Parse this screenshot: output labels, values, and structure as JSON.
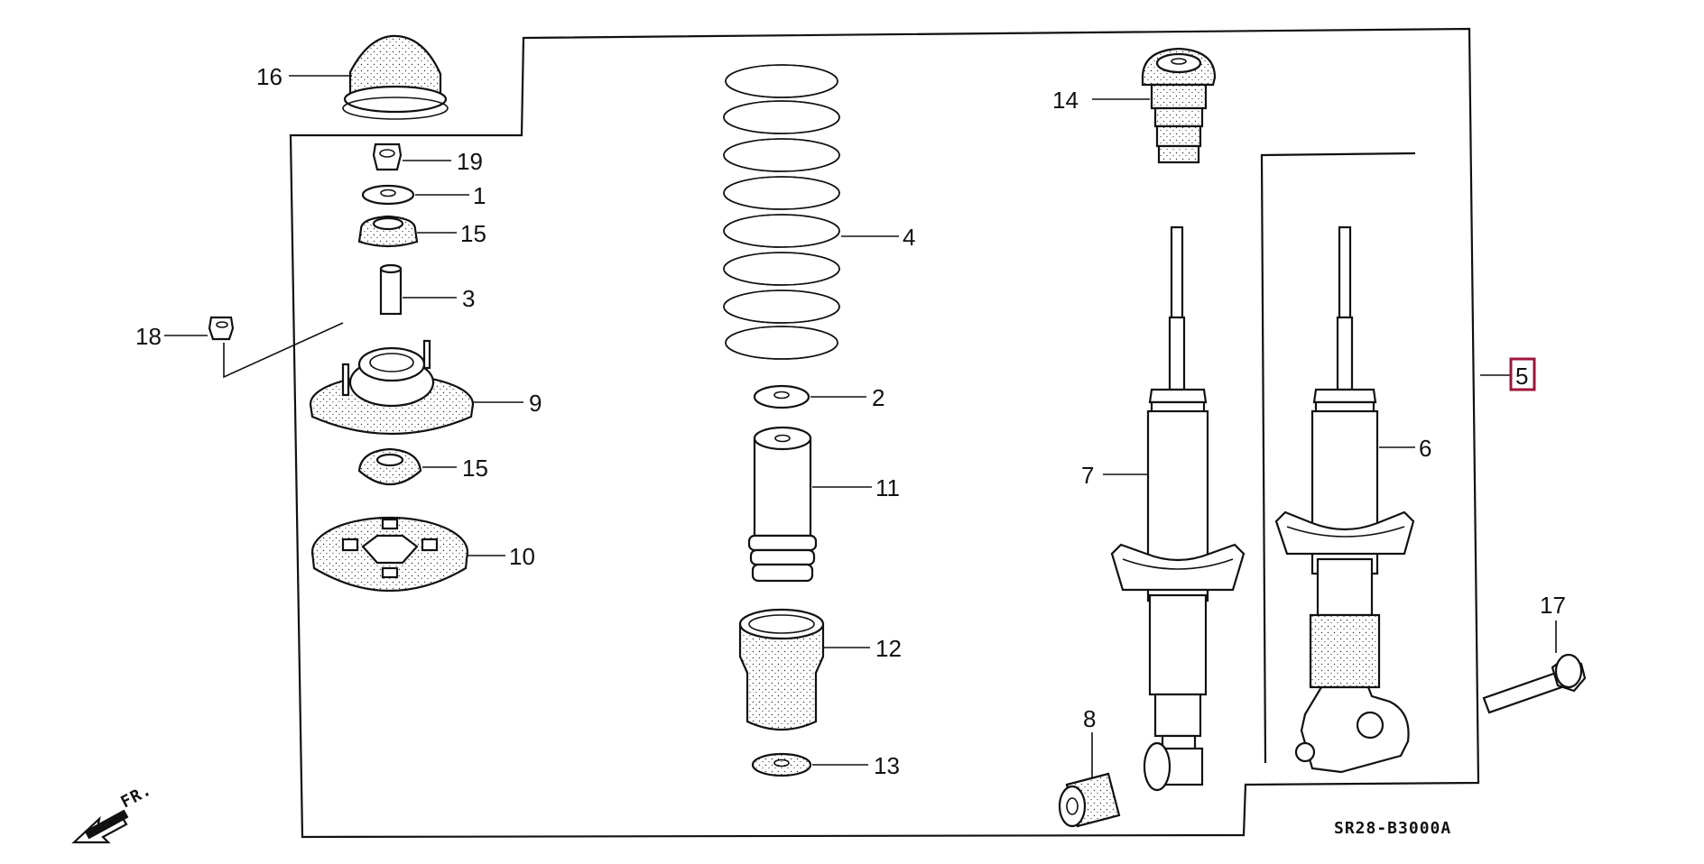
{
  "diagram_code": "SR28-B3000A",
  "direction_label": "FR.",
  "highlight_color": "#a0143c",
  "callouts": {
    "p1": "1",
    "p2": "2",
    "p3": "3",
    "p4": "4",
    "p5": "5",
    "p6": "6",
    "p7": "7",
    "p8": "8",
    "p9": "9",
    "p10": "10",
    "p11": "11",
    "p12": "12",
    "p13": "13",
    "p14": "14",
    "p15a": "15",
    "p15b": "15",
    "p16": "16",
    "p17": "17",
    "p18": "18",
    "p19": "19"
  }
}
